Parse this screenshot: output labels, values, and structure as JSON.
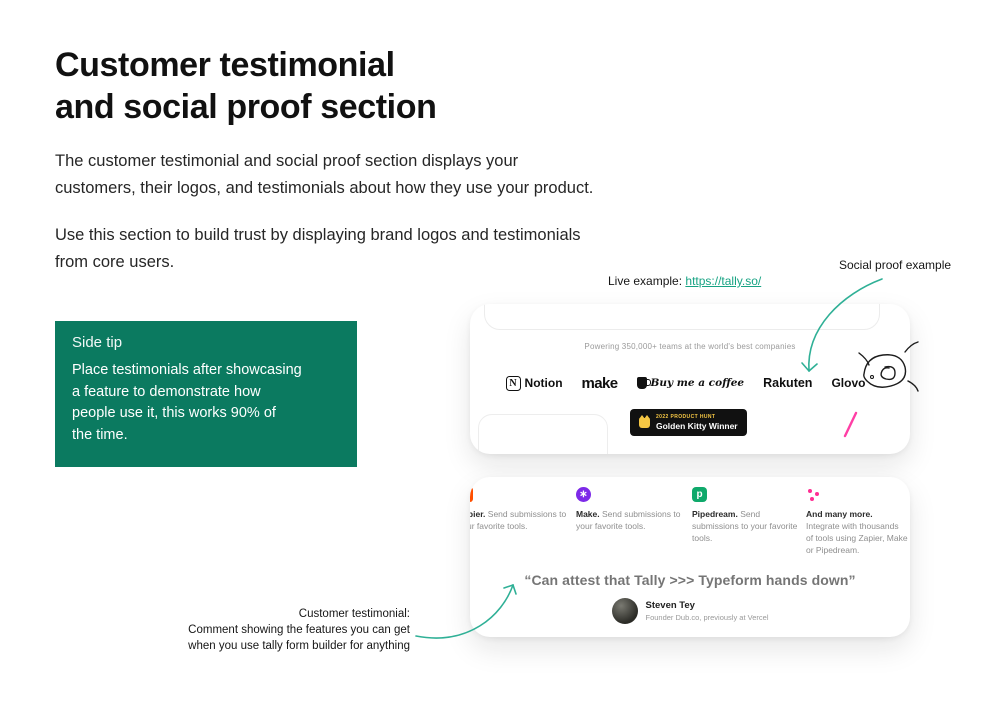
{
  "colors": {
    "tip_background": "#0B7A60",
    "arrow_teal": "#2FB096",
    "link_teal": "#17A383",
    "zapier_orange": "#FF4F00",
    "make_purple": "#7D2AE8",
    "pipedream_green": "#0FA96B",
    "pink_marker": "#FF3EA5",
    "badge_black": "#111111",
    "kitty_gold": "#F6C744"
  },
  "header": {
    "title_line1": "Customer testimonial",
    "title_line2": "and social proof section"
  },
  "intro": {
    "p1_line1": "The customer testimonial and social proof section displays your",
    "p1_line2": "customers, their logos, and testimonials about how they use your product.",
    "p2_line1": "Use this section to build trust by displaying brand logos and testimonials",
    "p2_line2": "from core users."
  },
  "side_tip": {
    "title": "Side tip",
    "line1": "Place testimonials after showcasing",
    "line2": "a feature to demonstrate how",
    "line3": "people use it, this works 90% of",
    "line4": "the time."
  },
  "live_example": {
    "label": "Live example:",
    "url": "https://tally.so/"
  },
  "labels": {
    "social_proof": "Social proof example",
    "testimonial_line1": "Customer testimonial:",
    "testimonial_line2": "Comment showing the features you can get",
    "testimonial_line3": "when you use tally form builder for anything"
  },
  "social_proof_card": {
    "heading": "Powering 350,000+ teams at the world's best companies",
    "logos": {
      "notion_glyph": "N",
      "notion": "Notion",
      "make": "make",
      "buy_me_a_coffee": "Buy me a coffee",
      "rakuten": "Rakuten",
      "glovo": "Glovo"
    },
    "badge": {
      "line1": "2022 PRODUCT HUNT",
      "line2": "Golden Kitty Winner"
    }
  },
  "integrations_card": {
    "columns": [
      {
        "title": "Zapier.",
        "text": "Send submissions to your favorite tools.",
        "glyph": "z"
      },
      {
        "title": "Make.",
        "text": "Send submissions to your favorite tools.",
        "glyph": "∗"
      },
      {
        "title": "Pipedream.",
        "text": "Send submissions to your favorite tools.",
        "glyph": "p"
      },
      {
        "title": "And many more.",
        "text": "Integrate with thousands of tools using Zapier, Make or Pipedream.",
        "glyph": ""
      }
    ],
    "quote": "“Can attest that Tally >>> Typeform hands down”",
    "author": {
      "name": "Steven Tey",
      "role": "Founder Dub.co, previously at Vercel"
    }
  }
}
